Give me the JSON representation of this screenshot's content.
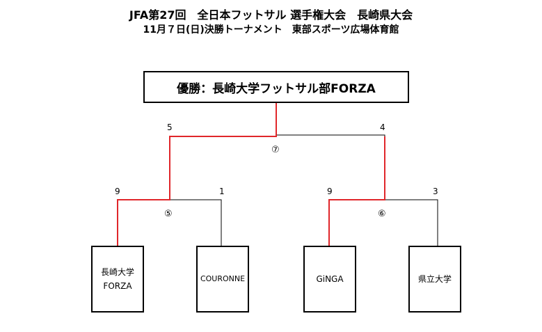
{
  "header": {
    "title_line1": "JFA第27回　全日本フットサル 選手権大会　長崎県大会",
    "title_line2": "11月７日(日)決勝トーナメント　東部スポーツ広場体育館"
  },
  "champion": {
    "label": "優勝：長崎大学フットサル部FORZA"
  },
  "teams": [
    {
      "line1": "長崎大学",
      "line2": "FORZA"
    },
    {
      "line1": "COURONNE",
      "line2": ""
    },
    {
      "line1": "GiNGA",
      "line2": ""
    },
    {
      "line1": "県立大学",
      "line2": ""
    }
  ],
  "scores": {
    "semi1_left": "9",
    "semi1_right": "1",
    "semi2_left": "9",
    "semi2_right": "3",
    "final_left": "5",
    "final_right": "4"
  },
  "matches": {
    "semi1": "⑤",
    "semi2": "⑥",
    "final": "⑦"
  },
  "colors": {
    "winner_line": "#e0262a",
    "line": "#000000"
  }
}
